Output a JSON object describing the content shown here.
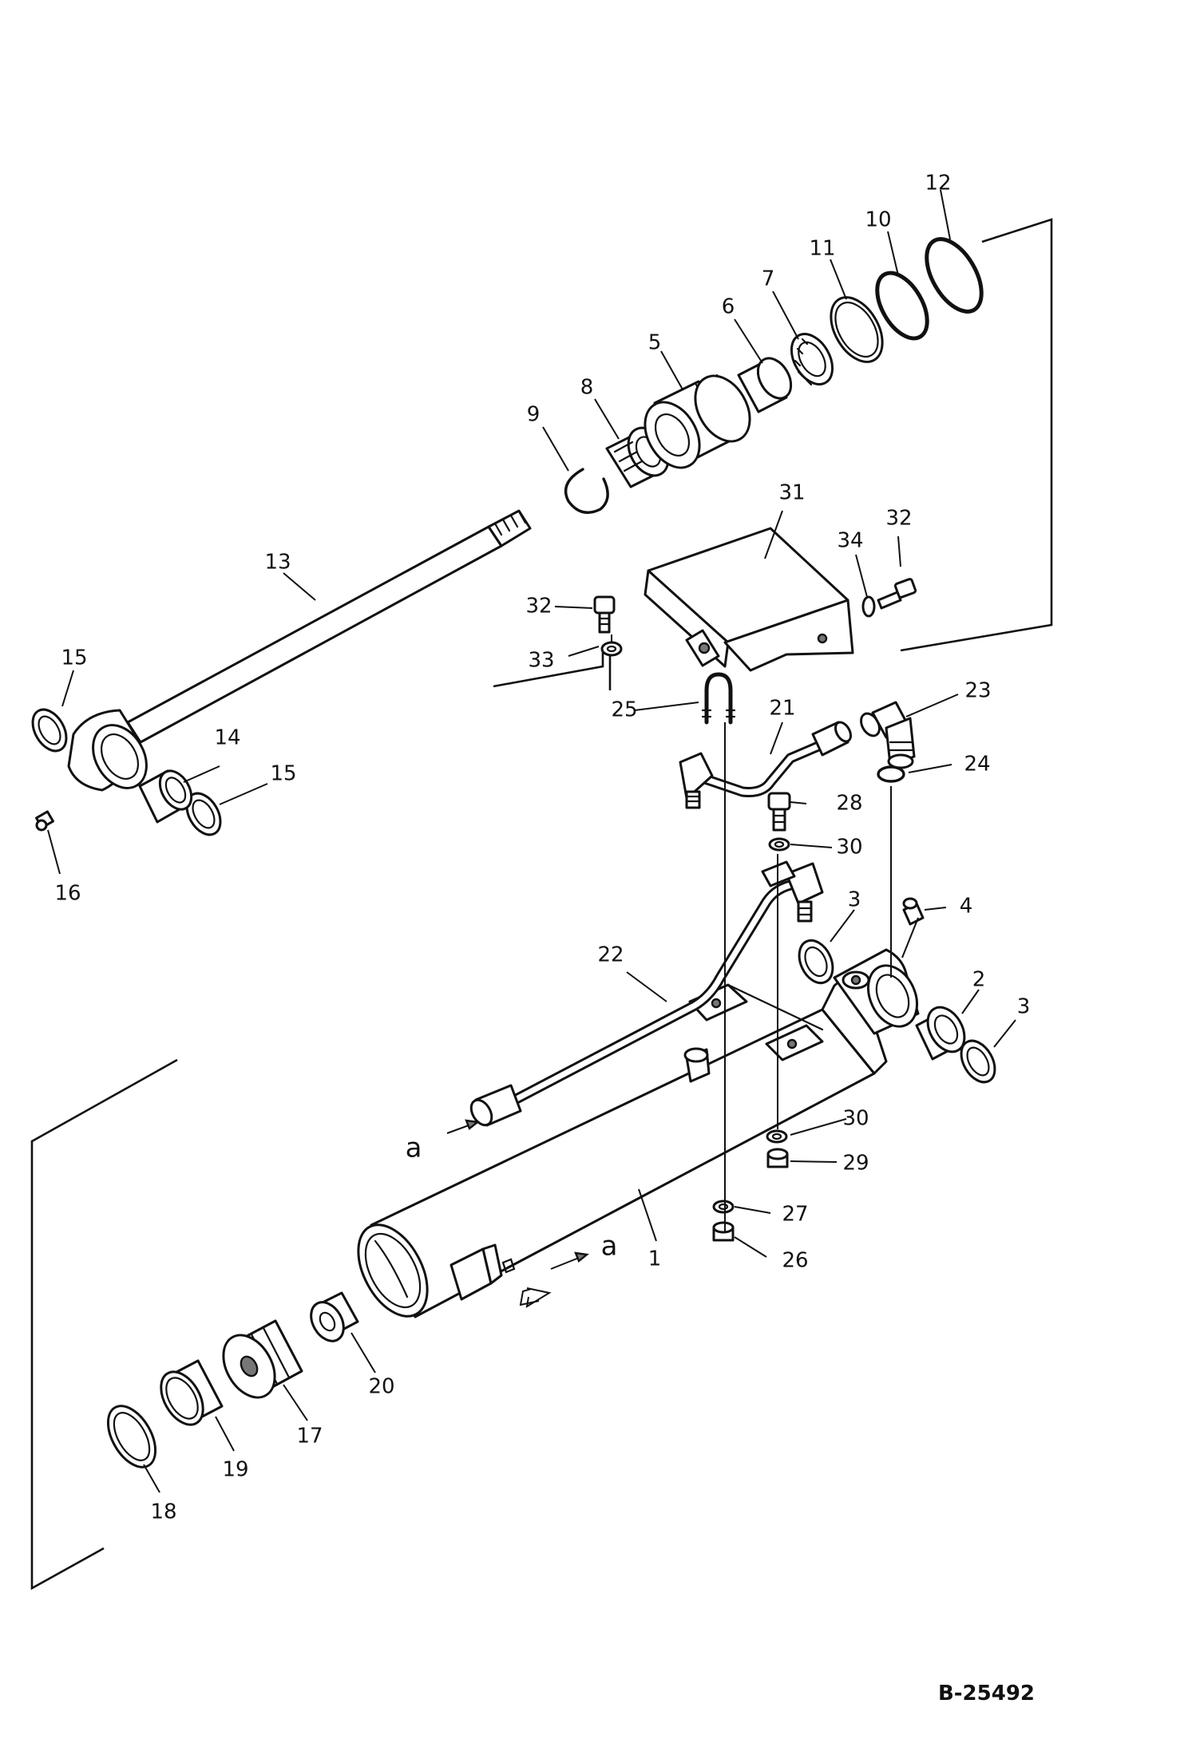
{
  "figure_code": "B-25492",
  "section_ref": "a",
  "parts": [
    {
      "id": "p1",
      "number": "1"
    },
    {
      "id": "p2",
      "number": "2"
    },
    {
      "id": "p3a",
      "number": "3"
    },
    {
      "id": "p3b",
      "number": "3"
    },
    {
      "id": "p4",
      "number": "4"
    },
    {
      "id": "p5",
      "number": "5"
    },
    {
      "id": "p6",
      "number": "6"
    },
    {
      "id": "p7",
      "number": "7"
    },
    {
      "id": "p8",
      "number": "8"
    },
    {
      "id": "p9",
      "number": "9"
    },
    {
      "id": "p10",
      "number": "10"
    },
    {
      "id": "p11",
      "number": "11"
    },
    {
      "id": "p12",
      "number": "12"
    },
    {
      "id": "p13",
      "number": "13"
    },
    {
      "id": "p14",
      "number": "14"
    },
    {
      "id": "p15a",
      "number": "15"
    },
    {
      "id": "p15b",
      "number": "15"
    },
    {
      "id": "p16",
      "number": "16"
    },
    {
      "id": "p17",
      "number": "17"
    },
    {
      "id": "p18",
      "number": "18"
    },
    {
      "id": "p19",
      "number": "19"
    },
    {
      "id": "p20",
      "number": "20"
    },
    {
      "id": "p21",
      "number": "21"
    },
    {
      "id": "p22",
      "number": "22"
    },
    {
      "id": "p23",
      "number": "23"
    },
    {
      "id": "p24",
      "number": "24"
    },
    {
      "id": "p25",
      "number": "25"
    },
    {
      "id": "p26",
      "number": "26"
    },
    {
      "id": "p27",
      "number": "27"
    },
    {
      "id": "p28",
      "number": "28"
    },
    {
      "id": "p29",
      "number": "29"
    },
    {
      "id": "p30a",
      "number": "30"
    },
    {
      "id": "p30b",
      "number": "30"
    },
    {
      "id": "p31",
      "number": "31"
    },
    {
      "id": "p32a",
      "number": "32"
    },
    {
      "id": "p32b",
      "number": "32"
    },
    {
      "id": "p33",
      "number": "33"
    },
    {
      "id": "p34",
      "number": "34"
    }
  ]
}
